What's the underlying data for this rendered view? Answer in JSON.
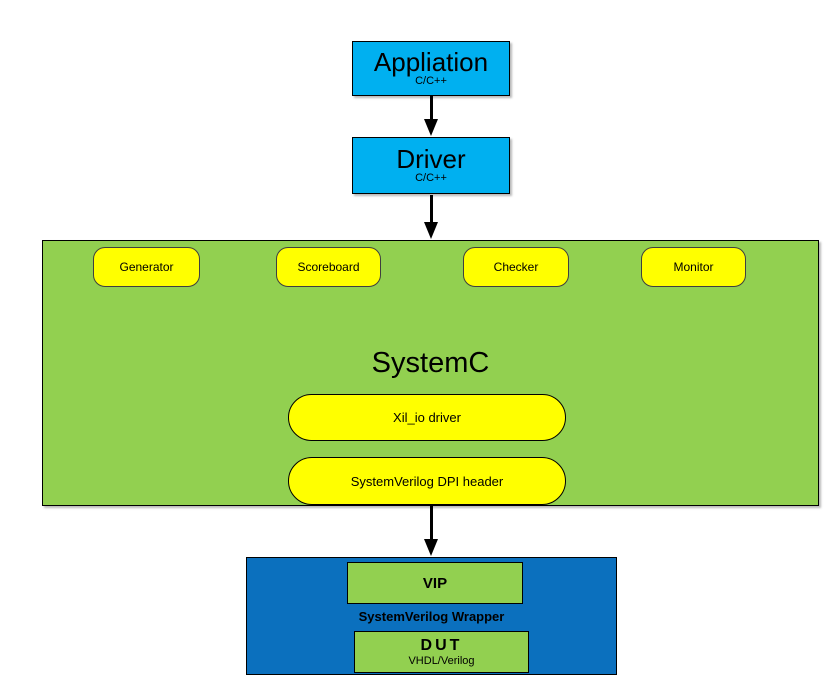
{
  "diagram": {
    "app_box": {
      "title": "Appliation",
      "subtitle": "C/C++"
    },
    "driver_box": {
      "title": "Driver",
      "subtitle": "C/C++"
    },
    "systemc": {
      "title": "SystemC",
      "components": [
        "Generator",
        "Scoreboard",
        "Checker",
        "Monitor"
      ],
      "pills": [
        "Xil_io driver",
        "SystemVerilog DPI header"
      ]
    },
    "wrapper": {
      "label": "SystemVerilog Wrapper",
      "vip": {
        "title": "VIP"
      },
      "dut": {
        "title": "DUT",
        "subtitle": "VHDL/Verilog"
      }
    },
    "colors": {
      "cyan_box": "#00b0f0",
      "green_box": "#92d050",
      "yellow_box": "#ffff00",
      "blue_box": "#0b70be",
      "arrow": "#000000"
    }
  }
}
